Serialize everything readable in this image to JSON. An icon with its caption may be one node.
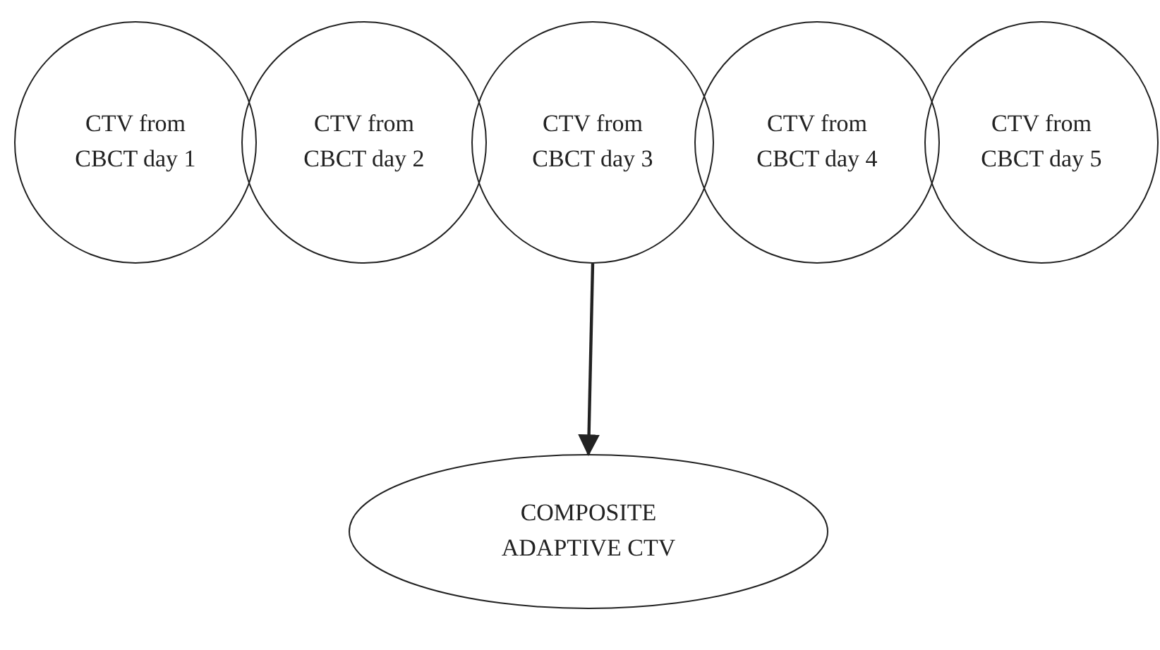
{
  "diagram": {
    "nodes": [
      {
        "text": [
          "CTV from CBCT day 1"
        ]
      },
      {
        "text": [
          "CTV from CBCT day 2"
        ]
      },
      {
        "text": [
          "CTV from CBCT day 3"
        ]
      },
      {
        "text": [
          "CTV from CBCT day 4"
        ]
      },
      {
        "text": [
          "CTV from CBCT day 5"
        ]
      },
      {
        "text": [
          "COMPOSITE ADAPTIVE CTV"
        ]
      }
    ],
    "edges": [
      {
        "from": 2,
        "to": 5,
        "arrow": "to"
      }
    ]
  }
}
